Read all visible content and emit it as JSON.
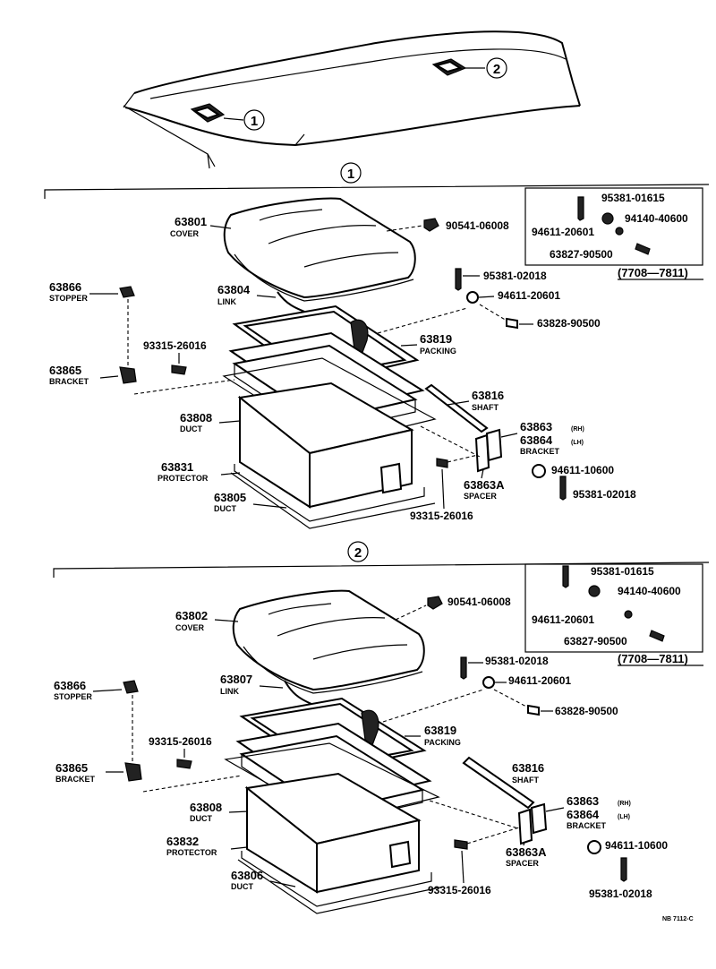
{
  "diagram": {
    "callouts": {
      "one": "1",
      "two": "2"
    },
    "footer_code": "NB 7112-C",
    "section1": {
      "cover": {
        "num": "63801",
        "name": "COVER"
      },
      "link": {
        "num": "63804",
        "name": "LINK"
      },
      "stopper": {
        "num": "63866",
        "name": "STOPPER"
      },
      "bracket": {
        "num": "63865",
        "name": "BRACKET"
      },
      "bolt_a": "93315-26016",
      "packing": {
        "num": "63819",
        "name": "PACKING"
      },
      "duct": {
        "num": "63808",
        "name": "DUCT"
      },
      "protector": {
        "num": "63831",
        "name": "PROTECTOR"
      },
      "duct2": {
        "num": "63805",
        "name": "DUCT"
      },
      "shaft": {
        "num": "63816",
        "name": "SHAFT"
      },
      "bracket_rh": {
        "num": "63863",
        "side": "(RH)"
      },
      "bracket_lh": {
        "num": "63864",
        "side": "(LH)"
      },
      "bracket_name": "BRACKET",
      "spacer": {
        "num": "63863A",
        "name": "SPACER"
      },
      "bolt_b": "93315-26016",
      "screw1": "90541-06008",
      "pin1": "95381-02018",
      "washer1": "94611-20601",
      "screw2": "63828-90500",
      "washer2": "94611-10600",
      "pin2": "95381-02018",
      "inset": {
        "pin": "95381-01615",
        "washer_a": "94140-40600",
        "washer_b": "94611-20601",
        "bolt": "63827-90500",
        "range": "(7708—7811)"
      }
    },
    "section2": {
      "cover": {
        "num": "63802",
        "name": "COVER"
      },
      "link": {
        "num": "63807",
        "name": "LINK"
      },
      "stopper": {
        "num": "63866",
        "name": "STOPPER"
      },
      "bracket": {
        "num": "63865",
        "name": "BRACKET"
      },
      "bolt_a": "93315-26016",
      "packing": {
        "num": "63819",
        "name": "PACKING"
      },
      "duct": {
        "num": "63808",
        "name": "DUCT"
      },
      "protector": {
        "num": "63832",
        "name": "PROTECTOR"
      },
      "duct2": {
        "num": "63806",
        "name": "DUCT"
      },
      "shaft": {
        "num": "63816",
        "name": "SHAFT"
      },
      "bracket_rh": {
        "num": "63863",
        "side": "(RH)"
      },
      "bracket_lh": {
        "num": "63864",
        "side": "(LH)"
      },
      "bracket_name": "BRACKET",
      "spacer": {
        "num": "63863A",
        "name": "SPACER"
      },
      "bolt_b": "93315-26016",
      "screw1": "90541-06008",
      "pin1": "95381-02018",
      "washer1": "94611-20601",
      "screw2": "63828-90500",
      "washer2": "94611-10600",
      "pin2": "95381-02018",
      "inset": {
        "pin": "95381-01615",
        "washer_a": "94140-40600",
        "washer_b": "94611-20601",
        "bolt": "63827-90500",
        "range": "(7708—7811)"
      }
    }
  }
}
